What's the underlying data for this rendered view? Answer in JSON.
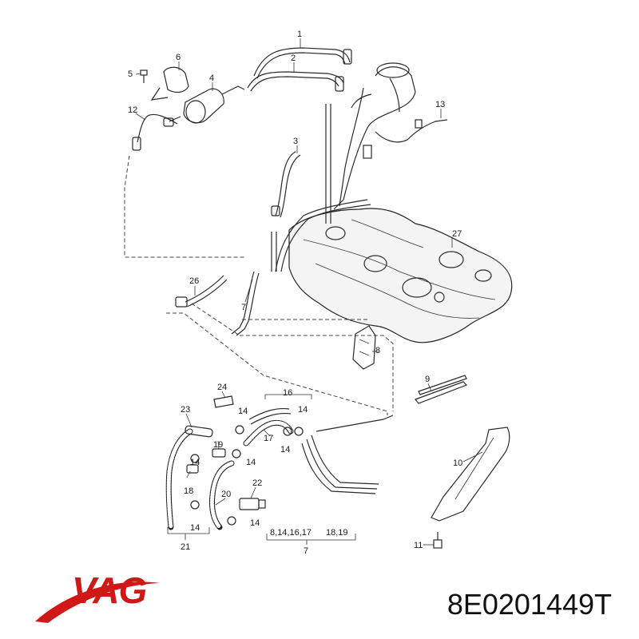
{
  "callouts": {
    "c1": "1",
    "c2": "2",
    "c3": "3",
    "c4": "4",
    "c5": "5",
    "c6": "6",
    "c7a": "7",
    "c7b": "7",
    "c8": "8",
    "c9": "9",
    "c10": "10",
    "c11": "11",
    "c12": "12",
    "c13": "13",
    "c14a": "14",
    "c14b": "14",
    "c14c": "14",
    "c14d": "14",
    "c14e": "14",
    "c14f": "14",
    "c14g": "14",
    "c16": "16",
    "c17": "17",
    "c18": "18",
    "c19": "19",
    "c20": "20",
    "c21": "21",
    "c22": "22",
    "c23": "23",
    "c24": "24",
    "c26": "26",
    "c27": "27"
  },
  "group_labels": {
    "g1": "8,14,16,17",
    "g2": "18,19"
  },
  "brand": {
    "name": "VAG",
    "color": "#d01818"
  },
  "part_number": "8E0201449T"
}
